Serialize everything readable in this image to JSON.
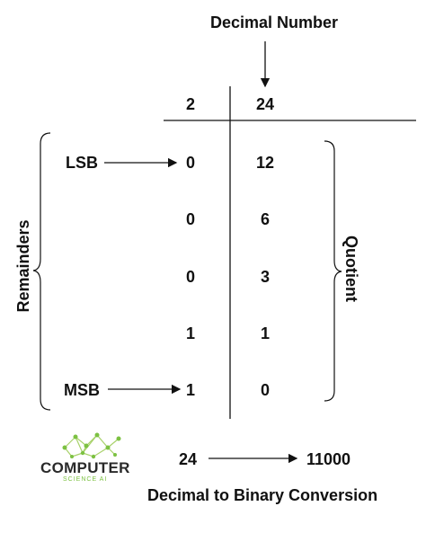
{
  "header": {
    "title": "Decimal Number"
  },
  "division": {
    "divisor": "2",
    "dividend": "24",
    "remainders": [
      "0",
      "0",
      "0",
      "1",
      "1"
    ],
    "quotients": [
      "12",
      "6",
      "3",
      "1",
      "0"
    ]
  },
  "labels": {
    "lsb": "LSB",
    "msb": "MSB",
    "remainders": "Remainders",
    "quotient": "Quotient"
  },
  "result": {
    "decimal": "24",
    "binary": "11000",
    "caption": "Decimal to Binary Conversion"
  },
  "logo": {
    "name": "COMPUTER",
    "sub": "SCIENCE AI",
    "colors": {
      "text": "#2a2a2a",
      "accent": "#7cc142"
    }
  }
}
